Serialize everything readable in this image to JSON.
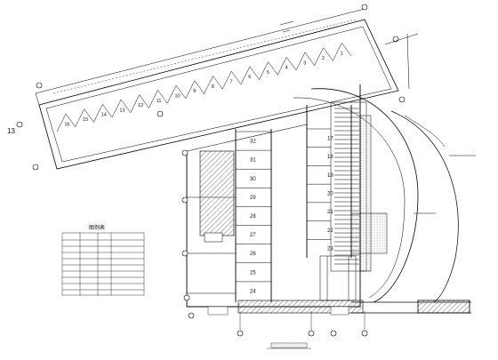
{
  "drawing": {
    "slanted_bay_numbers": [
      "1",
      "2",
      "3",
      "4",
      "5",
      "6",
      "7",
      "8",
      "9",
      "10",
      "11",
      "12",
      "13",
      "14",
      "15",
      "16"
    ],
    "left_column_bays": [
      "32",
      "31",
      "30",
      "29",
      "28",
      "27",
      "26",
      "25",
      "24"
    ],
    "right_column_bays": [
      "17",
      "18",
      "19",
      "20",
      "21",
      "22",
      "23"
    ],
    "legend_title": "图例表",
    "dim_side_label": "13",
    "stroke_color": "#000000",
    "hatch_color": "#333333"
  }
}
